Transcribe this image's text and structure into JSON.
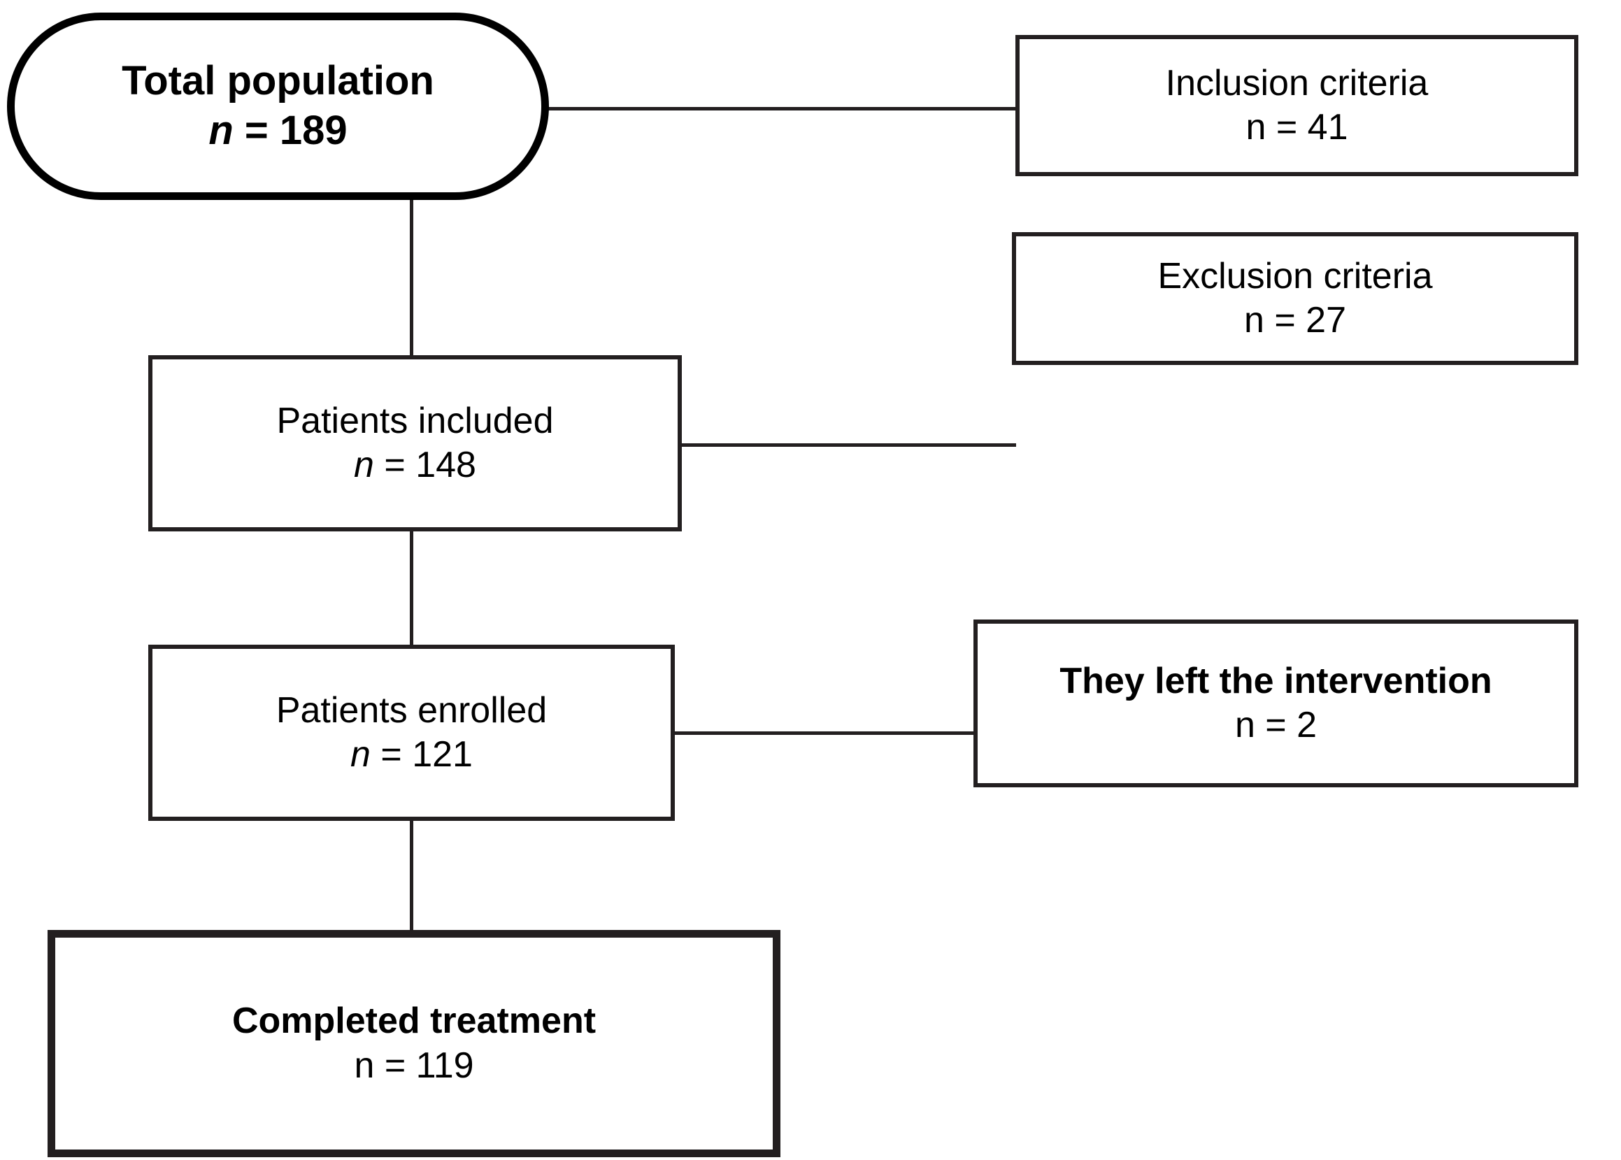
{
  "diagram": {
    "type": "flowchart",
    "title": "Patient study flow diagram",
    "colors": {
      "stroke": "#231f20",
      "terminator_stroke": "#000000",
      "background": "#ffffff",
      "text": "#000000"
    },
    "nodes": [
      {
        "id": "total-population",
        "shape": "rounded-terminator",
        "label": "Total population",
        "count_prefix": "n",
        "count_equals": "=",
        "count_value": "189",
        "count_text": "n = 189",
        "emphasis": "bold",
        "n_italic": true
      },
      {
        "id": "inclusion-criteria",
        "shape": "rectangle",
        "label": "Inclusion criteria",
        "count_prefix": "n",
        "count_equals": "=",
        "count_value": "41",
        "count_text": "n = 41",
        "emphasis": "normal",
        "n_italic": false
      },
      {
        "id": "patients-included",
        "shape": "rectangle",
        "label": "Patients included",
        "count_prefix": "n",
        "count_equals": "=",
        "count_value": "148",
        "count_text": "n = 148",
        "emphasis": "normal",
        "n_italic": true
      },
      {
        "id": "exclusion-criteria",
        "shape": "rectangle",
        "label": "Exclusion criteria",
        "count_prefix": "n",
        "count_equals": "=",
        "count_value": "27",
        "count_text": "n = 27",
        "emphasis": "normal",
        "n_italic": false
      },
      {
        "id": "patients-enrolled",
        "shape": "rectangle",
        "label": "Patients enrolled",
        "count_prefix": "n",
        "count_equals": "=",
        "count_value": "121",
        "count_text": "n = 121",
        "emphasis": "normal",
        "n_italic": true
      },
      {
        "id": "left-intervention",
        "shape": "rectangle",
        "label": "They left the intervention",
        "count_prefix": "n",
        "count_equals": "=",
        "count_value": "2",
        "count_text": "n = 2",
        "emphasis": "bold",
        "n_italic": false
      },
      {
        "id": "completed-treatment",
        "shape": "rectangle-thick",
        "label": "Completed treatment",
        "count_prefix": "n",
        "count_equals": "=",
        "count_value": "119",
        "count_text": "n = 119",
        "emphasis": "bold",
        "n_italic": false
      }
    ],
    "edges": [
      {
        "id": "edge-total-to-inclusion",
        "from": "total-population",
        "to": "inclusion-criteria",
        "orientation": "horizontal"
      },
      {
        "id": "edge-total-to-included",
        "from": "total-population",
        "to": "patients-included",
        "orientation": "vertical"
      },
      {
        "id": "edge-included-to-exclusion",
        "from": "patients-included",
        "to": "exclusion-criteria",
        "orientation": "horizontal"
      },
      {
        "id": "edge-included-to-enrolled",
        "from": "patients-included",
        "to": "patients-enrolled",
        "orientation": "vertical"
      },
      {
        "id": "edge-enrolled-to-left",
        "from": "patients-enrolled",
        "to": "left-intervention",
        "orientation": "horizontal"
      },
      {
        "id": "edge-enrolled-to-completed",
        "from": "patients-enrolled",
        "to": "completed-treatment",
        "orientation": "vertical"
      }
    ]
  }
}
